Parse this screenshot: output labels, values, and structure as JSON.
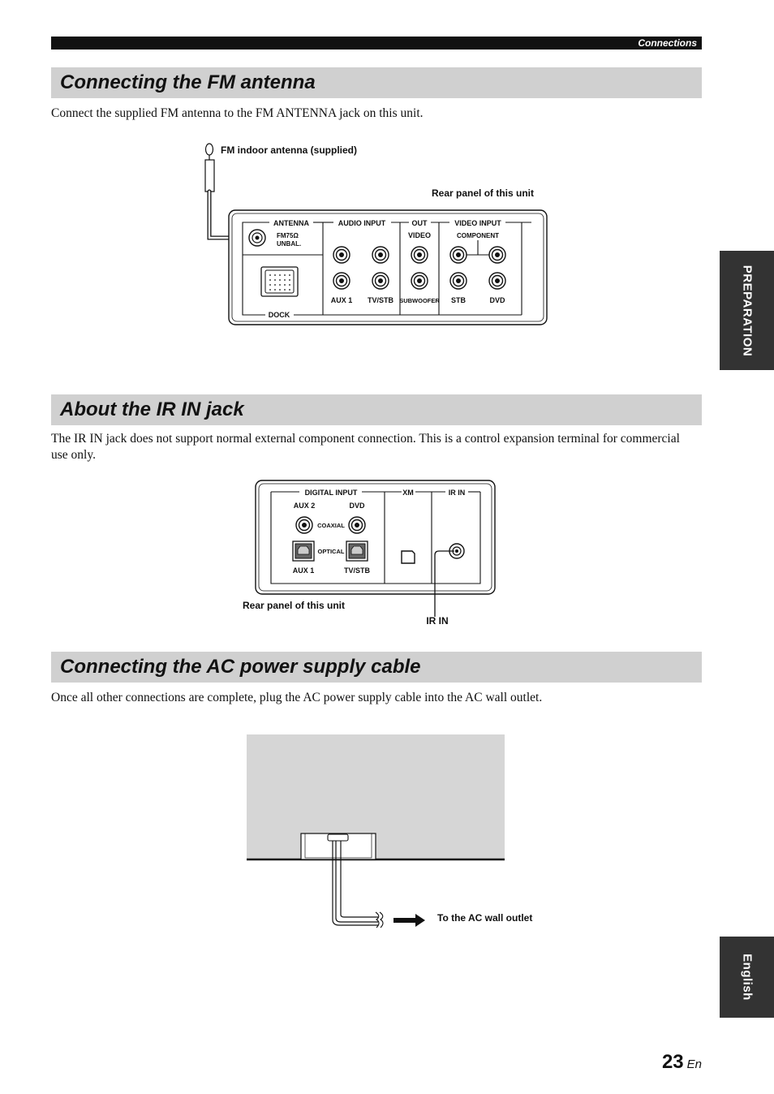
{
  "header": {
    "section_label": "Connections"
  },
  "sections": [
    {
      "title": "Connecting the FM antenna",
      "text": "Connect the supplied FM antenna to the FM ANTENNA jack on this unit."
    },
    {
      "title": "About the IR IN jack",
      "text": "The IR IN jack does not support normal external component connection. This is a control expansion terminal for commercial use only."
    },
    {
      "title": "Connecting the AC power supply cable",
      "text": "Once all other connections are complete, plug the AC power supply cable into the AC wall outlet."
    }
  ],
  "fm_diagram": {
    "antenna_label": "FM indoor antenna (supplied)",
    "panel_label": "Rear panel of this unit",
    "antenna": "ANTENNA",
    "fm75": "FM75Ω",
    "unbal": "UNBAL.",
    "audio_input": "AUDIO INPUT",
    "out": "OUT",
    "video_input": "VIDEO INPUT",
    "video": "VIDEO",
    "component": "COMPONENT",
    "aux1": "AUX 1",
    "tvstb": "TV/STB",
    "subwoofer": "SUBWOOFER",
    "stb": "STB",
    "dvd": "DVD",
    "dock": "DOCK"
  },
  "ir_diagram": {
    "digital_input": "DIGITAL INPUT",
    "xm": "XM",
    "ir_in_header": "IR IN",
    "aux2": "AUX 2",
    "dvd": "DVD",
    "coaxial": "COAXIAL",
    "optical": "OPTICAL",
    "aux1": "AUX 1",
    "tvstb": "TV/STB",
    "panel_label": "Rear panel of this unit",
    "ir_in_label": "IR IN"
  },
  "ac_diagram": {
    "outlet_label": "To the AC wall outlet"
  },
  "side_tabs": {
    "preparation": "PREPARATION",
    "english": "English"
  },
  "footer": {
    "page_number": "23",
    "lang": "En"
  }
}
